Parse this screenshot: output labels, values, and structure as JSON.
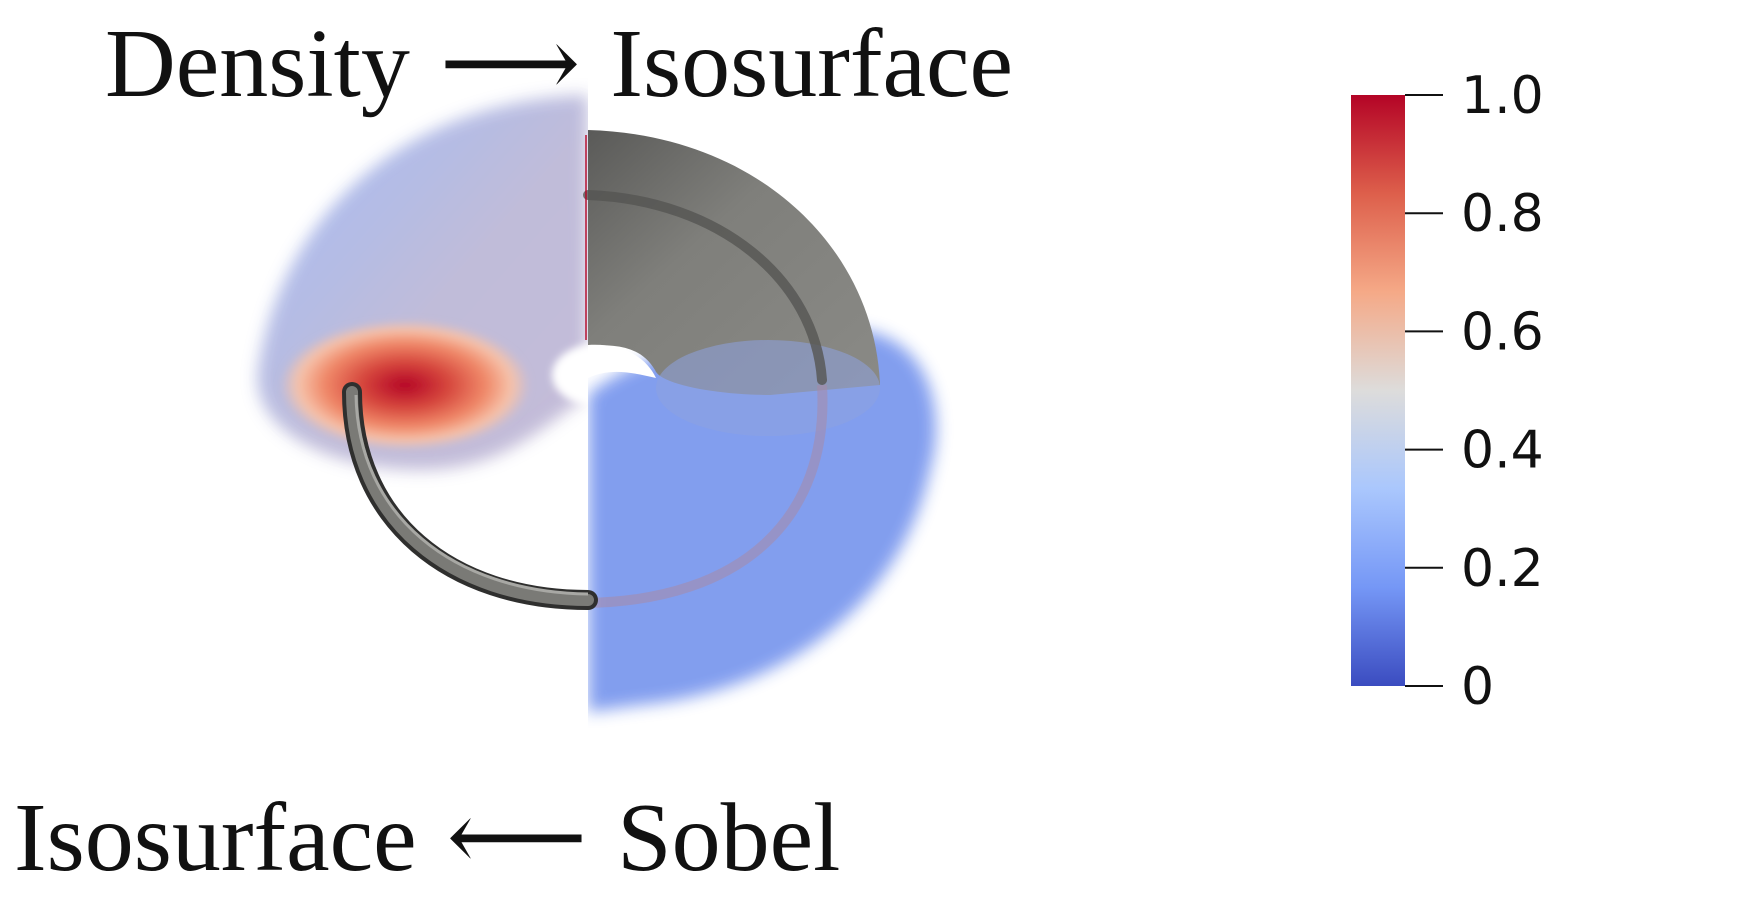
{
  "title_top": {
    "left": "Density",
    "arrow": "⟶",
    "right": "Isosurface"
  },
  "title_bottom": {
    "left": "Isosurface",
    "arrow": "⟵",
    "right": "Sobel"
  },
  "colorbar": {
    "ticks": [
      "1.0",
      "0.8",
      "0.6",
      "0.4",
      "0.2",
      "0"
    ],
    "colors": [
      "#b40426",
      "#dd5f4b",
      "#f5a987",
      "#dddcdb",
      "#aac7fd",
      "#7597f6",
      "#3b4cc0"
    ]
  },
  "colors": {
    "surface_gray": "#6f6f6c",
    "density_low": "#7597f6",
    "density_mid": "#bfb8d7",
    "density_high": "#b40426"
  }
}
